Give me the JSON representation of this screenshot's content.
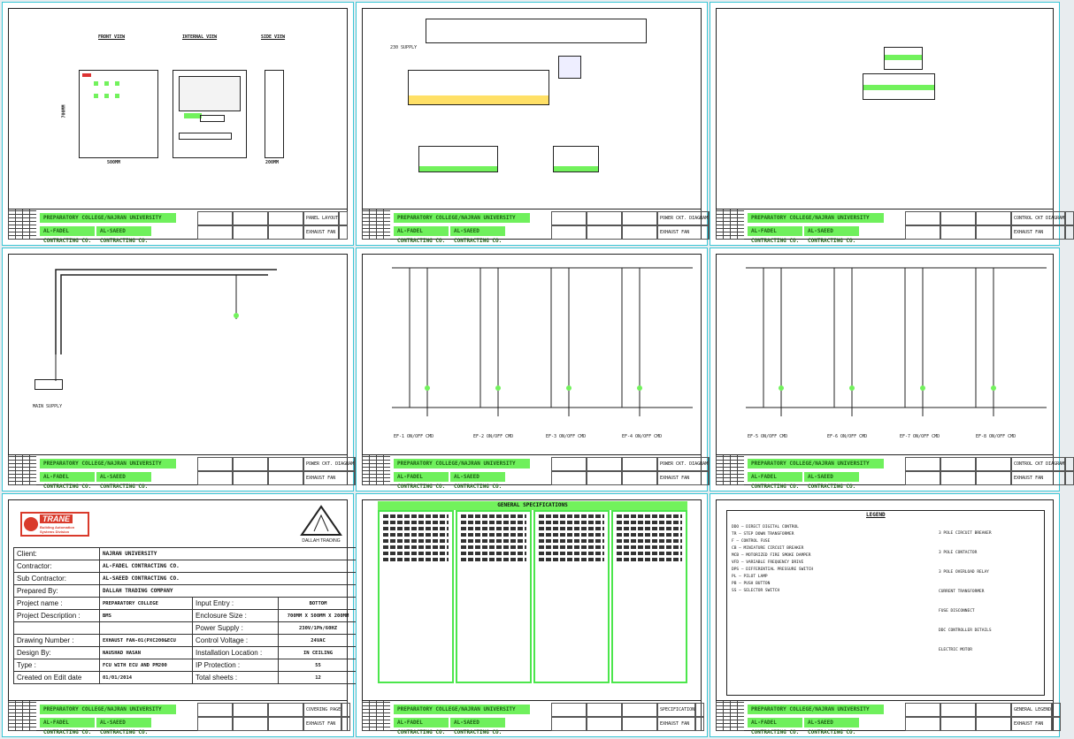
{
  "colors": {
    "accent_green": "#72f25c",
    "frame_cyan": "#39c6d6",
    "brand_red": "#d93a2b"
  },
  "title_block": {
    "project_band": "PREPARATORY COLLEGE/NAJRAN UNIVERSITY",
    "contractor_band": "AL-FADEL CONTRACTING CO.",
    "sub_band": "AL-SAEED CONTRACTING CO.",
    "equipment": "EXHAUST FAN"
  },
  "sheets": [
    {
      "sheet_title": "PANEL LAYOUT",
      "front_view": "FRONT VIEW",
      "internal_view": "INTERNAL VIEW",
      "side_view": "SIDE VIEW",
      "dim_height": "700MM",
      "dim_width": "500MM",
      "dim_depth": "200MM"
    },
    {
      "sheet_title": "POWER CKT. DIAGRAM",
      "supply_label": "230 SUPPLY"
    },
    {
      "sheet_title": "CONTROL CKT DIAGRAM"
    },
    {
      "sheet_title": "POWER CKT. DIAGRAM",
      "supply_label": "MAIN SUPPLY"
    },
    {
      "sheet_title": "POWER CKT. DIAGRAM",
      "fans": [
        "EF-1 ON/OFF CMD",
        "EF-2 ON/OFF CMD",
        "EF-3 ON/OFF CMD",
        "EF-4 ON/OFF CMD"
      ]
    },
    {
      "sheet_title": "CONTROL CKT DIAGRAM",
      "fans": [
        "EF-5 ON/OFF CMD",
        "EF-6 ON/OFF CMD",
        "EF-7 ON/OFF CMD",
        "EF-8 ON/OFF CMD"
      ]
    },
    {
      "sheet_title": "COVERING PAGE"
    },
    {
      "sheet_title": "SPECIFICATION",
      "header": "GENERAL SPECIFICATIONS"
    },
    {
      "sheet_title": "GENERAL LEGEND",
      "header": "LEGEND"
    }
  ],
  "cover": {
    "brand": "TRANE",
    "brand_sub": "Building Automation Systems Division",
    "partner": "DALLAH TRADING",
    "rows": [
      {
        "label": "Client:",
        "value": "NAJRAN UNIVERSITY"
      },
      {
        "label": "Contractor:",
        "value": "AL-FADEL CONTRACTING CO."
      },
      {
        "label": "Sub Contractor:",
        "value": "AL-SAEED CONTRACTING CO."
      },
      {
        "label": "Prepared By:",
        "value": "DALLAH TRADING COMPANY"
      }
    ],
    "split_rows": [
      {
        "label": "Project name :",
        "value": "PREPARATORY COLLEGE",
        "label2": "Input Entry :",
        "value2": "BOTTOM"
      },
      {
        "label": "Project Description :",
        "value": "BMS",
        "label2": "Enclosure Size :",
        "value2": "700MM X 500MM X 200MM"
      },
      {
        "label": "",
        "value": "",
        "label2": "Power Supply :",
        "value2": "230V/1Ph/60HZ"
      },
      {
        "label": "Drawing Number :",
        "value": "EXHAUST FAN-01(PXC200&ECU",
        "label2": "Control Voltage :",
        "value2": "24VAC"
      },
      {
        "label": "Design By:",
        "value": "NAUSHAD HASAN",
        "label2": "Installation Location :",
        "value2": "IN CEILING"
      },
      {
        "label": "Type :",
        "value": "FCU WITH ECU AND PM200",
        "label2": "IP Protection :",
        "value2": "55"
      },
      {
        "label": "Created on Edit date",
        "value": "01/01/2014",
        "label2": "Total sheets :",
        "value2": "12"
      }
    ]
  },
  "legend_items": [
    "DDO — DIRECT DIGITAL CONTROL",
    "TR — STEP DOWN TRANSFORMER",
    "F — CONTROL FUSE",
    "CB — MINIATURE CIRCUIT BREAKER",
    "MCB — MOTORIZED FIRE SMOKE DAMPER",
    "VFD — VARIABLE FREQUENCY DRIVE",
    "DPS — DIFFERENTIAL PRESSURE SWITCH",
    "PL — PILOT LAMP",
    "PB — PUSH BUTTON",
    "SS — SELECTOR SWITCH"
  ],
  "legend_right": [
    "3 POLE CIRCUIT BREAKER",
    "3 POLE CONTACTOR",
    "3 POLE OVERLOAD RELAY",
    "CURRENT TRANSFORMER",
    "FUSE DISCONNECT",
    "DDC CONTROLLER DETAILS",
    "ELECTRIC MOTOR"
  ]
}
